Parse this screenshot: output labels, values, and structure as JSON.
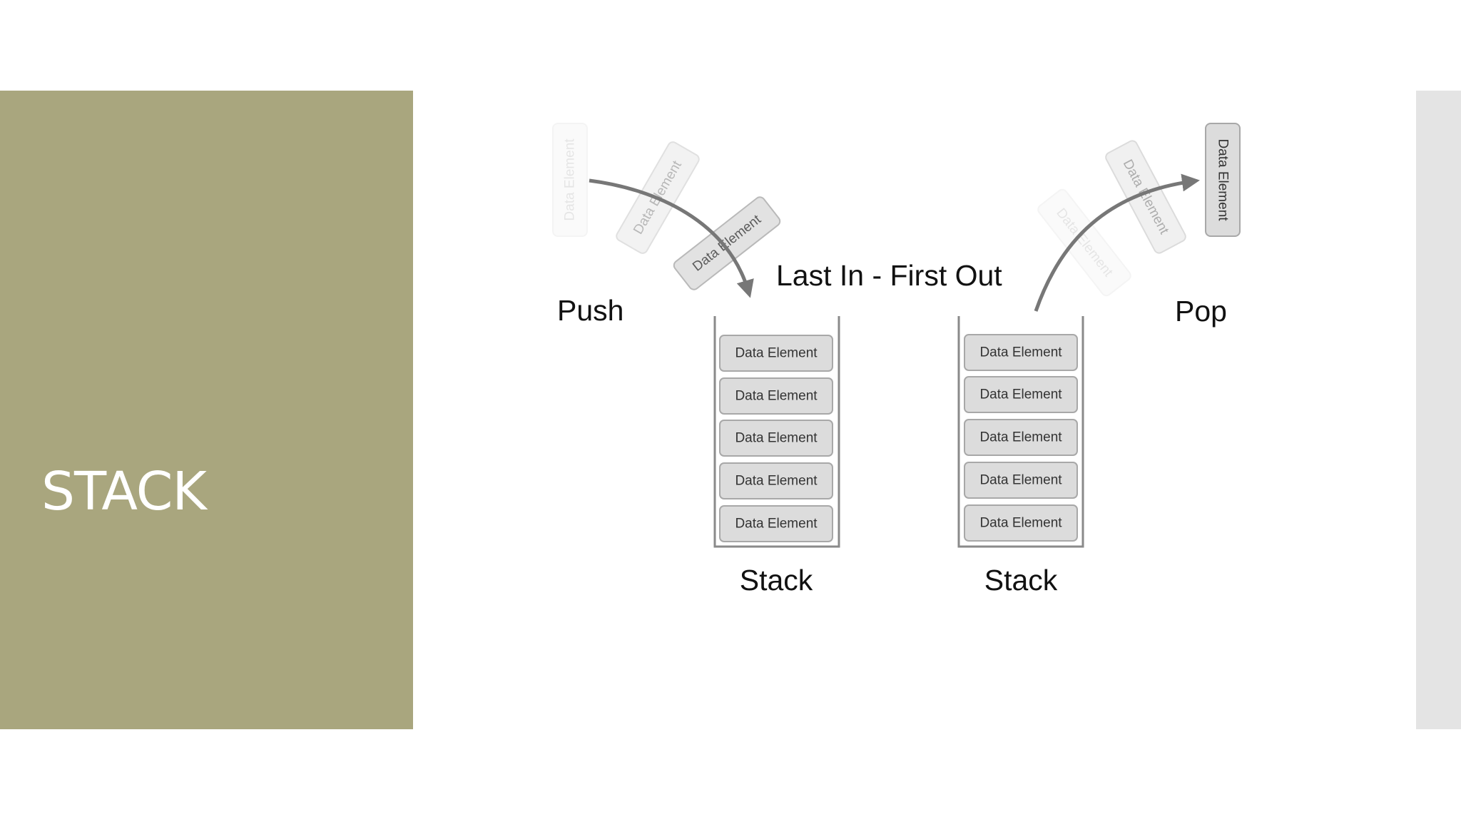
{
  "slide": {
    "title": "STACK",
    "panel_color": "#a9a67e"
  },
  "diagram": {
    "heading": "Last In - First Out",
    "push_label": "Push",
    "pop_label": "Pop",
    "element_label": "Data Element",
    "stacks": [
      {
        "label": "Stack",
        "elements": [
          "Data Element",
          "Data Element",
          "Data Element",
          "Data Element",
          "Data Element"
        ]
      },
      {
        "label": "Stack",
        "elements": [
          "Data Element",
          "Data Element",
          "Data Element",
          "Data Element",
          "Data Element"
        ]
      }
    ],
    "arrow_color": "#777777"
  }
}
